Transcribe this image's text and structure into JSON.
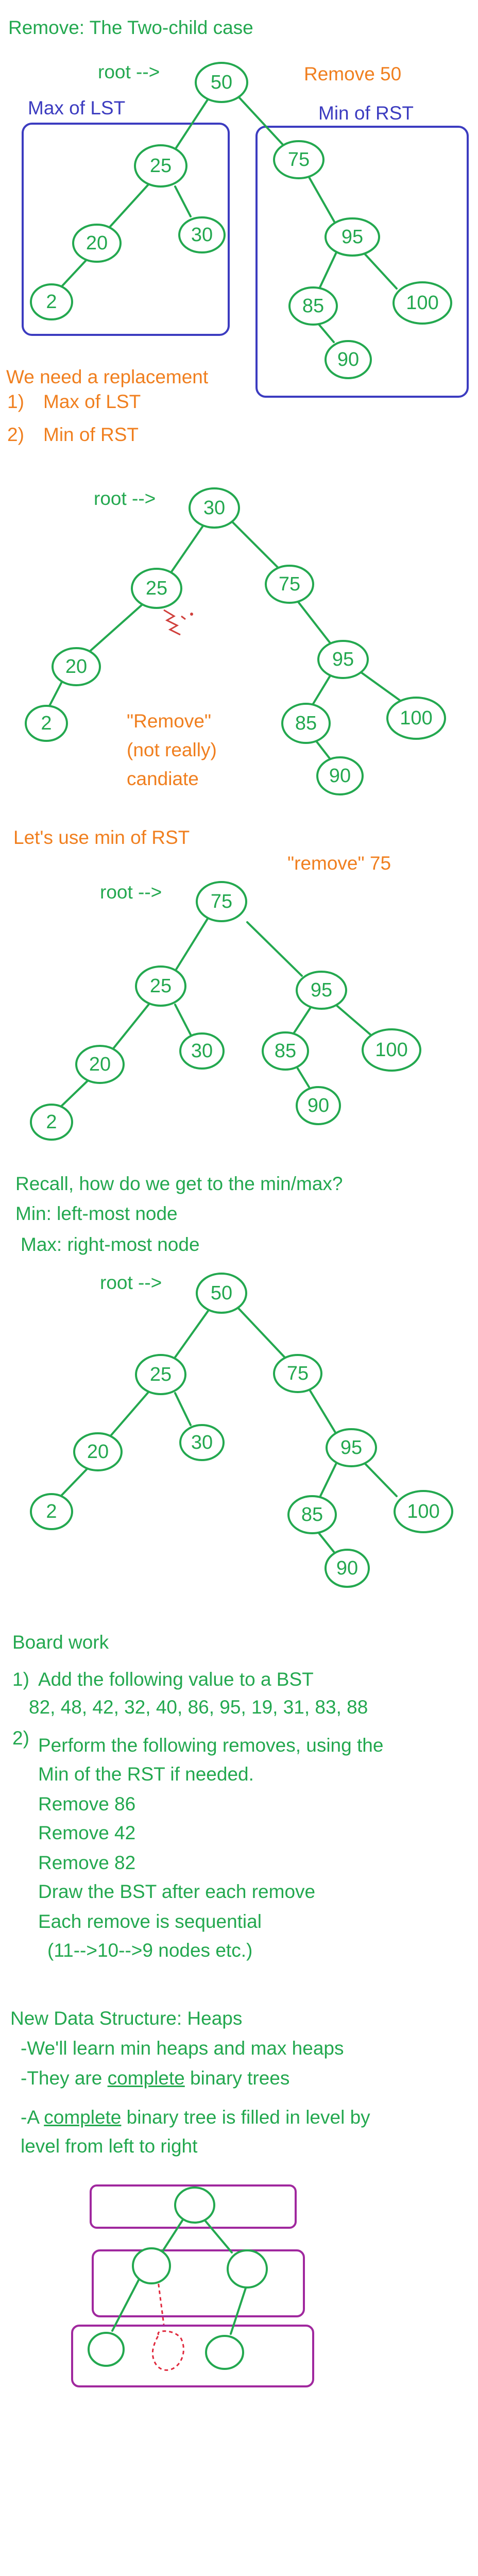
{
  "section1": {
    "title": "Remove: The Two-child case",
    "root_label": "root -->",
    "remove_note": "Remove 50",
    "lst_label": "Max of LST",
    "rst_label": "Min of RST",
    "nodes": [
      "50",
      "25",
      "20",
      "30",
      "2",
      "75",
      "95",
      "85",
      "100",
      "90"
    ]
  },
  "replacement": {
    "heading": "We need a replacement",
    "option1_num": "1)",
    "option1": "Max of LST",
    "option2_num": "2)",
    "option2": "Min of RST"
  },
  "section2": {
    "root_label": "root -->",
    "nodes": [
      "30",
      "25",
      "20",
      "2",
      "75",
      "95",
      "85",
      "100",
      "90"
    ],
    "note_line1": "\"Remove\"",
    "note_line2": "(not really)",
    "note_line3": "candiate"
  },
  "section3": {
    "heading": "Let's use min of RST",
    "remove_note": "\"remove\" 75",
    "root_label": "root -->",
    "nodes": [
      "75",
      "25",
      "20",
      "30",
      "2",
      "95",
      "85",
      "100",
      "90"
    ]
  },
  "recall": {
    "question": "Recall, how do we get to the min/max?",
    "min": "Min: left-most node",
    "max": "Max: right-most node"
  },
  "section4": {
    "root_label": "root -->",
    "nodes": [
      "50",
      "25",
      "20",
      "30",
      "2",
      "75",
      "95",
      "85",
      "100",
      "90"
    ]
  },
  "board": {
    "title": "Board work",
    "item1_num": "1)",
    "item1": "Add the following value to a BST",
    "item1_values": "82, 48, 42, 32, 40, 86, 95, 19, 31, 83, 88",
    "item2_num": "2)",
    "item2_line1": "Perform the following removes, using the",
    "item2_line2": "Min of the RST if needed.",
    "removes": [
      "Remove 86",
      "Remove 42",
      "Remove 82"
    ],
    "draw": "Draw the BST after each remove",
    "sequential": "Each remove is sequential",
    "sequence_note": "(11-->10-->9 nodes etc.)"
  },
  "heaps": {
    "title": "New Data Structure: Heaps",
    "line1": "-We'll learn min heaps and max heaps",
    "line2_pre": "-They are ",
    "line2_ul": "complete",
    "line2_post": " binary trees",
    "line3_pre": "-A ",
    "line3_ul": "complete",
    "line3_post": " binary tree is filled in level by",
    "line4": "level from left to right"
  },
  "colors": {
    "green": "#23a84f",
    "orange": "#f07f1f",
    "blue": "#3c3cc0",
    "purple": "#a0289e",
    "red": "#e0283c"
  }
}
